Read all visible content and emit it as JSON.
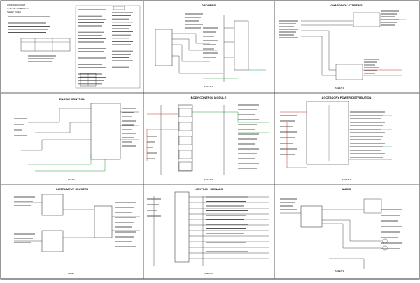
{
  "document": {
    "header_lines": [
      "WIRING DIAGRAM",
      "SYSTEM SCHEMATIC",
      "SHEET INDEX"
    ]
  },
  "panels": [
    {
      "id": "cover",
      "title": "",
      "sheet": ""
    },
    {
      "id": "p2",
      "title": "GROUNDS",
      "sheet": "SHEET 2"
    },
    {
      "id": "p3",
      "title": "CHARGING / STARTING",
      "sheet": "SHEET 3"
    },
    {
      "id": "p4",
      "title": "ENGINE CONTROL",
      "sheet": "SHEET 4"
    },
    {
      "id": "p5",
      "title": "BODY CONTROL MODULE",
      "sheet": "SHEET 5"
    },
    {
      "id": "p6",
      "title": "ACCESSORY POWER DISTRIBUTION",
      "sheet": "SHEET 6"
    },
    {
      "id": "p7",
      "title": "INSTRUMENT CLUSTER",
      "sheet": "SHEET 7"
    },
    {
      "id": "p8",
      "title": "LIGHTING / SIGNALS",
      "sheet": "SHEET 8"
    },
    {
      "id": "p9",
      "title": "AUDIO",
      "sheet": "SHEET 9"
    }
  ],
  "colors": {
    "line": "#1a1a1a",
    "green_wire": "#2e9a3a",
    "red_wire": "#c0392b",
    "border": "#333333"
  }
}
